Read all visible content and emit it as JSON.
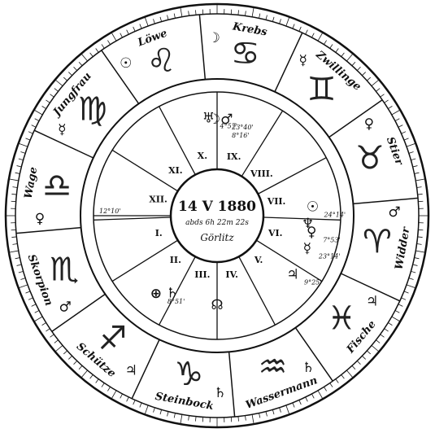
{
  "hub": {
    "date": "14 V 1880",
    "time": "abds 6h 22m 22s",
    "place": "Görlitz"
  },
  "signs": [
    {
      "name": "Widder",
      "side_glyph": "♂",
      "picto": "♈"
    },
    {
      "name": "Stier",
      "side_glyph": "♀",
      "picto": "♉"
    },
    {
      "name": "Zwillinge",
      "side_glyph": "☿",
      "picto": "♊"
    },
    {
      "name": "Krebs",
      "side_glyph": "☽",
      "picto": "♋"
    },
    {
      "name": "Löwe",
      "side_glyph": "☉",
      "picto": "♌"
    },
    {
      "name": "Jungfrau",
      "side_glyph": "☿",
      "picto": "♍"
    },
    {
      "name": "Wage",
      "side_glyph": "♀",
      "picto": "♎"
    },
    {
      "name": "Skorpion",
      "side_glyph": "♂",
      "picto": "♏"
    },
    {
      "name": "Schütze",
      "side_glyph": "♃",
      "picto": "♐"
    },
    {
      "name": "Steinbock",
      "side_glyph": "♄",
      "picto": "♑"
    },
    {
      "name": "Wassermann",
      "side_glyph": "♄",
      "picto": "♒"
    },
    {
      "name": "Fische",
      "side_glyph": "♃",
      "picto": "♓"
    }
  ],
  "houses": [
    "I.",
    "II.",
    "III.",
    "IV.",
    "V.",
    "VI.",
    "VII.",
    "VIII.",
    "IX.",
    "X.",
    "XI.",
    "XII."
  ],
  "planets": [
    {
      "name": "moon-mars",
      "glyph": "☽♂",
      "note": "23°40'",
      "note2": "8°16'"
    },
    {
      "name": "uranus",
      "glyph": "♅",
      "note": "4°57'",
      "note2": ""
    },
    {
      "name": "sun",
      "glyph": "☉",
      "note": "24°14'",
      "note2": ""
    },
    {
      "name": "venus",
      "glyph": "♀",
      "note": "7°53'",
      "note2": ""
    },
    {
      "name": "mercury",
      "glyph": "☿",
      "note": "23°14'",
      "note2": ""
    },
    {
      "name": "jupiter",
      "glyph": "♃",
      "note": "9°25'",
      "note2": ""
    },
    {
      "name": "neptune",
      "glyph": "♆",
      "note": "",
      "note2": ""
    },
    {
      "name": "saturn",
      "glyph": "♄",
      "note": "",
      "note2": ""
    },
    {
      "name": "fortune",
      "glyph": "⊕",
      "note": "8°51'",
      "note2": ""
    },
    {
      "name": "node",
      "glyph": "☊",
      "note": "",
      "note2": ""
    }
  ],
  "cusp_notes": [
    {
      "name": "asc-note",
      "text": "12°10'"
    }
  ]
}
